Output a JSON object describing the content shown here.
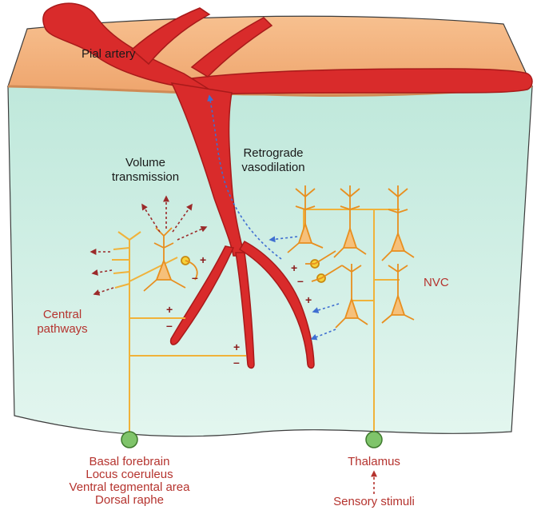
{
  "labels": {
    "pial_artery": "Pial artery",
    "volume_line1": "Volume",
    "volume_line2": "transmission",
    "retro_line1": "Retrograde",
    "retro_line2": "vasodilation",
    "nvc": "NVC",
    "central_line1": "Central",
    "central_line2": "pathways",
    "basal_forebrain": "Basal forebrain",
    "locus_coeruleus": "Locus coeruleus",
    "ventral_tegmental": "Ventral tegmental area",
    "dorsal_raphe": "Dorsal raphe",
    "thalamus": "Thalamus",
    "sensory_stimuli": "Sensory stimuli"
  },
  "signs": {
    "plus": "+",
    "minus": "–"
  },
  "colors": {
    "tissue_face": "#cdeee3",
    "tissue_top": "#f4b07a",
    "artery": "#d92b2b",
    "neuron": "#f0a02c",
    "pathway": "#f0b23a",
    "node": "#7fc46a",
    "label_red": "#b5332e",
    "arrow_blue": "#3f6fd1",
    "arrow_darkred": "#9b2a2a"
  }
}
